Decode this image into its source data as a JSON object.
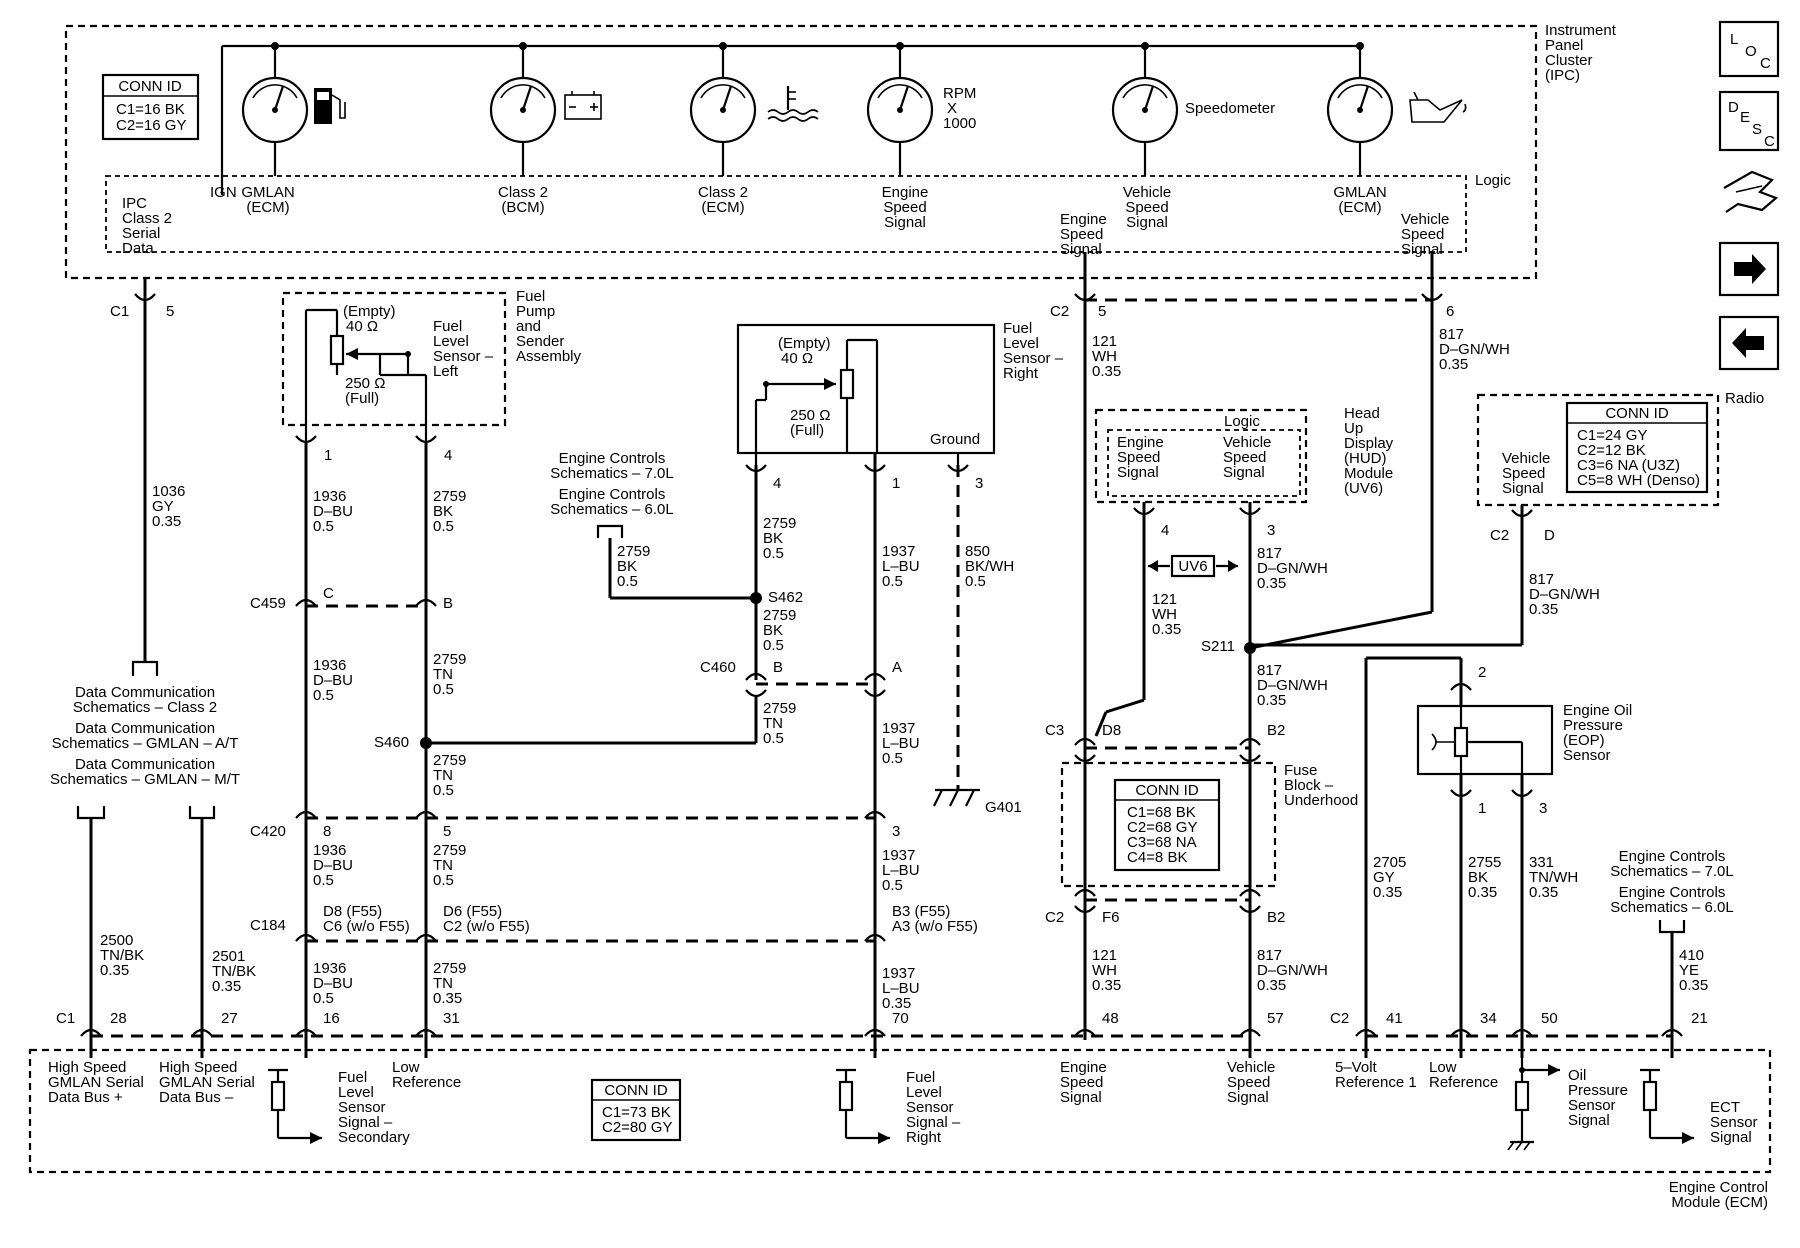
{
  "ipc": {
    "title": [
      "Instrument",
      "Panel",
      "Cluster",
      "(IPC)"
    ],
    "logic": "Logic",
    "conn_id": {
      "header": "CONN ID",
      "rows": [
        "C1=16 BK",
        "C2=16 GY"
      ]
    },
    "gauges": {
      "rpm": [
        "RPM",
        "X",
        "1000"
      ],
      "speedometer": "Speedometer"
    },
    "inputs": {
      "ign": "IGN",
      "gmlan_ecm_1": [
        "GMLAN",
        "(ECM)"
      ],
      "class2_bcm": [
        "Class 2",
        "(BCM)"
      ],
      "class2_ecm": [
        "Class 2",
        "(ECM)"
      ],
      "engine_speed": [
        "Engine",
        "Speed",
        "Signal"
      ],
      "vehicle_speed": [
        "Vehicle",
        "Speed",
        "Signal"
      ],
      "gmlan_ecm_2": [
        "GMLAN",
        "(ECM)"
      ],
      "class2_serial": [
        "IPC",
        "Class 2",
        "Serial",
        "Data"
      ],
      "out_engine_speed": [
        "Engine",
        "Speed",
        "Signal"
      ],
      "out_vehicle_speed": [
        "Vehicle",
        "Speed",
        "Signal"
      ]
    }
  },
  "icons": {
    "loc": [
      "L",
      "O",
      "C"
    ],
    "desc": [
      "D",
      "E",
      "S",
      "C"
    ]
  },
  "fuel_pump": {
    "title": [
      "Fuel",
      "Pump",
      "and",
      "Sender",
      "Assembly"
    ],
    "sensor_left": [
      "Fuel",
      "Level",
      "Sensor –",
      "Left"
    ],
    "empty": [
      "(Empty)",
      "40 Ω"
    ],
    "full": [
      "250 Ω",
      "(Full)"
    ]
  },
  "fuel_right": {
    "title": [
      "Fuel",
      "Level",
      "Sensor –",
      "Right"
    ],
    "empty": [
      "(Empty)",
      "40 Ω"
    ],
    "full": [
      "250 Ω",
      "(Full)"
    ],
    "ground": "Ground"
  },
  "engine_ref": [
    "Engine Controls",
    "Schematics – 7.0L",
    "Engine Controls",
    "Schematics – 6.0L"
  ],
  "hud": {
    "logic": "Logic",
    "title": [
      "Head",
      "Up",
      "Display",
      "(HUD)",
      "Module",
      "(UV6)"
    ],
    "engine_speed": [
      "Engine",
      "Speed",
      "Signal"
    ],
    "vehicle_speed": [
      "Vehicle",
      "Speed",
      "Signal"
    ],
    "uv6": "UV6"
  },
  "radio": {
    "title": "Radio",
    "vehicle_speed": [
      "Vehicle",
      "Speed",
      "Signal"
    ],
    "conn_id": {
      "header": "CONN ID",
      "rows": [
        "C1=24 GY",
        "C2=12 BK",
        "C3=6 NA (U3Z)",
        "C5=8 WH (Denso)"
      ]
    }
  },
  "fuse_block": {
    "title": [
      "Fuse",
      "Block –",
      "Underhood"
    ],
    "conn_id": {
      "header": "CONN ID",
      "rows": [
        "C1=68 BK",
        "C2=68 GY",
        "C3=68 NA",
        "C4=8 BK"
      ]
    }
  },
  "eop": {
    "title": [
      "Engine Oil",
      "Pressure",
      "(EOP)",
      "Sensor"
    ]
  },
  "data_comm": [
    "Data Communication",
    "Schematics – Class 2",
    "Data Communication",
    "Schematics – GMLAN – A/T",
    "Data Communication",
    "Schematics – GMLAN – M/T"
  ],
  "ecm": {
    "title": [
      "Engine Control",
      "Module (ECM)"
    ],
    "conn_id": {
      "header": "CONN ID",
      "rows": [
        "C1=73 BK",
        "C2=80 GY"
      ]
    },
    "pins": {
      "gmlan_plus": [
        "High Speed",
        "GMLAN Serial",
        "Data Bus +"
      ],
      "gmlan_minus": [
        "High Speed",
        "GMLAN Serial",
        "Data Bus –"
      ],
      "fuel_secondary": [
        "Fuel",
        "Level",
        "Sensor",
        "Signal –",
        "Secondary"
      ],
      "low_ref_1": [
        "Low",
        "Reference"
      ],
      "fuel_right": [
        "Fuel",
        "Level",
        "Sensor",
        "Signal –",
        "Right"
      ],
      "engine_speed": [
        "Engine",
        "Speed",
        "Signal"
      ],
      "vehicle_speed": [
        "Vehicle",
        "Speed",
        "Signal"
      ],
      "five_volt": [
        "5–Volt",
        "Reference 1"
      ],
      "low_ref_2": [
        "Low",
        "Reference"
      ],
      "oil_pressure": [
        "Oil",
        "Pressure",
        "Sensor",
        "Signal"
      ],
      "ect": [
        "ECT",
        "Sensor",
        "Signal"
      ]
    }
  },
  "wires": {
    "w1036": [
      "1036",
      "GY",
      "0.35"
    ],
    "w1936a": [
      "1936",
      "D–BU",
      "0.5"
    ],
    "w2759a": [
      "2759",
      "BK",
      "0.5"
    ],
    "w1936b": [
      "1936",
      "D–BU",
      "0.5"
    ],
    "w2759b": [
      "2759",
      "TN",
      "0.5"
    ],
    "w2759c": [
      "2759",
      "TN",
      "0.5"
    ],
    "w1936c": [
      "1936",
      "D–BU",
      "0.5"
    ],
    "w2759d": [
      "2759",
      "TN",
      "0.5"
    ],
    "w1936d": [
      "1936",
      "D–BU",
      "0.5"
    ],
    "w2759e": [
      "2759",
      "TN",
      "0.35"
    ],
    "w2759_ref": [
      "2759",
      "BK",
      "0.5"
    ],
    "w2759f": [
      "2759",
      "BK",
      "0.5"
    ],
    "w2759g": [
      "2759",
      "BK",
      "0.5"
    ],
    "w2759h": [
      "2759",
      "TN",
      "0.5"
    ],
    "w1937a": [
      "1937",
      "L–BU",
      "0.5"
    ],
    "w1937b": [
      "1937",
      "L–BU",
      "0.5"
    ],
    "w1937c": [
      "1937",
      "L–BU",
      "0.5"
    ],
    "w1937d": [
      "1937",
      "L–BU",
      "0.35"
    ],
    "w850": [
      "850",
      "BK/WH",
      "0.5"
    ],
    "w121a": [
      "121",
      "WH",
      "0.35"
    ],
    "w121b": [
      "121",
      "WH",
      "0.35"
    ],
    "w121c": [
      "121",
      "WH",
      "0.35"
    ],
    "w817a": [
      "817",
      "D–GN/WH",
      "0.35"
    ],
    "w817b": [
      "817",
      "D–GN/WH",
      "0.35"
    ],
    "w817c": [
      "817",
      "D–GN/WH",
      "0.35"
    ],
    "w817d": [
      "817",
      "D–GN/WH",
      "0.35"
    ],
    "w817e": [
      "817",
      "D–GN/WH",
      "0.35"
    ],
    "w2500": [
      "2500",
      "TN/BK",
      "0.35"
    ],
    "w2501": [
      "2501",
      "TN/BK",
      "0.35"
    ],
    "w2705": [
      "2705",
      "GY",
      "0.35"
    ],
    "w2755": [
      "2755",
      "BK",
      "0.35"
    ],
    "w331": [
      "331",
      "TN/WH",
      "0.35"
    ],
    "w410": [
      "410",
      "YE",
      "0.35"
    ]
  },
  "connectors": {
    "c1": "C1",
    "c1_pin": "5",
    "c2_ipc": "C2",
    "c2_ipc_pin5": "5",
    "c2_ipc_pin6": "6",
    "fp_pin1": "1",
    "fp_pin4": "4",
    "c459": "C459",
    "c459_c": "C",
    "c459_b": "B",
    "s460": "S460",
    "c420": "C420",
    "c420_8": "8",
    "c420_5": "5",
    "c420_3": "3",
    "c184": "C184",
    "c184_d8": [
      "D8 (F55)",
      "C6 (w/o F55)"
    ],
    "c184_d6": [
      "D6 (F55)",
      "C2 (w/o F55)"
    ],
    "c184_b3": [
      "B3 (F55)",
      "A3 (w/o F55)"
    ],
    "ecm_c1": "C1",
    "ecm_28": "28",
    "ecm_27": "27",
    "ecm_16": "16",
    "ecm_31": "31",
    "ecm_70": "70",
    "ecm_48": "48",
    "ecm_57": "57",
    "ecm_c2": "C2",
    "ecm_41": "41",
    "ecm_34": "34",
    "ecm_50": "50",
    "ecm_21": "21",
    "fr_pin4": "4",
    "fr_pin1": "1",
    "fr_pin3": "3",
    "s462": "S462",
    "c460": "C460",
    "c460_b": "B",
    "c460_a": "A",
    "g401": "G401",
    "hud_4": "4",
    "hud_3": "3",
    "s211": "S211",
    "c3": "C3",
    "c3_d8": "D8",
    "c3_b2": "B2",
    "c2_fb": "C2",
    "c2_fb_f6": "F6",
    "c2_fb_b2": "B2",
    "radio_c2": "C2",
    "radio_d": "D",
    "eop_2": "2",
    "eop_1": "1",
    "eop_3": "3"
  }
}
